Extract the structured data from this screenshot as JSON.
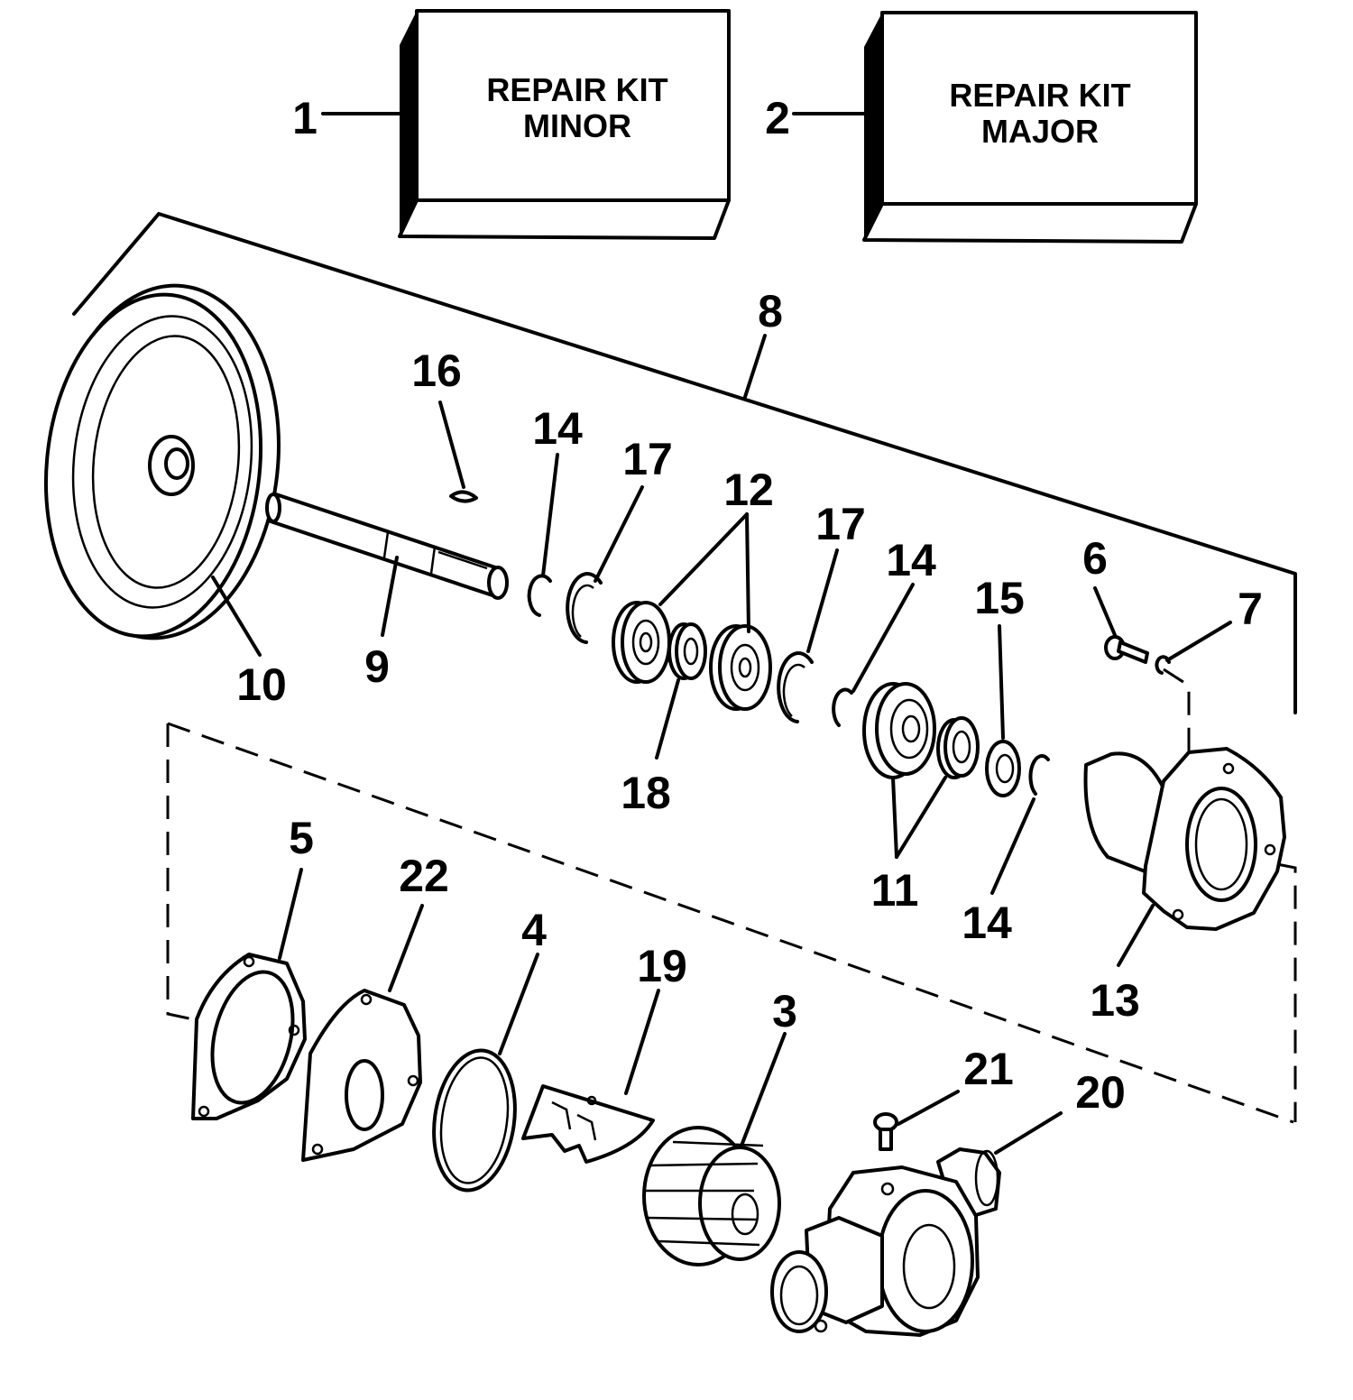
{
  "kits": {
    "minor": {
      "number": "1",
      "line1": "REPAIR KIT",
      "line2": "MINOR"
    },
    "major": {
      "number": "2",
      "line1": "REPAIR KIT",
      "line2": "MAJOR"
    }
  },
  "callouts": {
    "c3": "3",
    "c4": "4",
    "c5": "5",
    "c6": "6",
    "c7": "7",
    "c8": "8",
    "c9": "9",
    "c10": "10",
    "c11": "11",
    "c12": "12",
    "c13": "13",
    "c14a": "14",
    "c14b": "14",
    "c14c": "14",
    "c15": "15",
    "c16": "16",
    "c17a": "17",
    "c17b": "17",
    "c18": "18",
    "c19": "19",
    "c20": "20",
    "c21": "21",
    "c22": "22"
  }
}
